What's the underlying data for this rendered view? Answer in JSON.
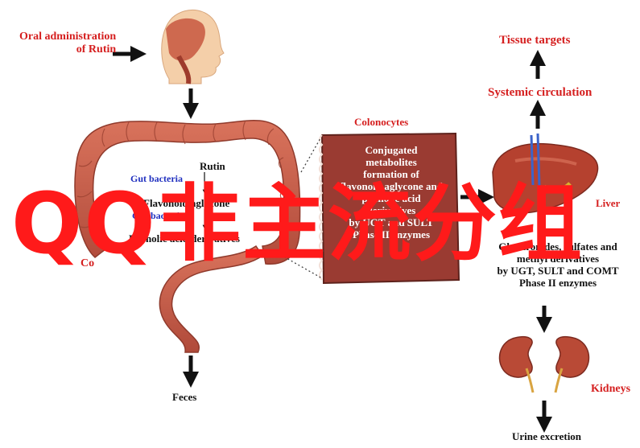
{
  "labels": {
    "oral": "Oral administration\nof Rutin",
    "tissue": "Tissue targets",
    "systemic": "Systemic circulation",
    "colonocytes": "Colonocytes",
    "conjugated": "Conjugated\nmetabolites\nformation of\nflavonoid aglycone and\nphenolic acid\nderivatives\nby UGT and SULT\nPhase II enzymes",
    "rutin": "Rutin",
    "gut1": "Gut bacteria",
    "flav": "Flavonoid aglycone",
    "gut2": "Gut bacteria",
    "phenolic": "Phenolic acid derivatives",
    "colon_partial": "Co",
    "liver": "Liver",
    "gluc": "Glucuronides, sulfates and\nmethyl derivatives\nby UGT, SULT and COMT\nPhase II enzymes",
    "kidneys": "Kidneys",
    "feces": "Feces",
    "urine": "Urine excretion"
  },
  "watermark": "QQ非主流分组",
  "colors": {
    "label_red": "#d51f1f",
    "label_blue": "#1f2fbf",
    "arrow": "#111111",
    "intestine": "#c9604e",
    "colonocyte_box": "#9a3b32",
    "liver": "#b5412f",
    "watermark": "#ff1a1a"
  },
  "icons": [
    "head-profile-icon",
    "intestine-icon",
    "liver-icon",
    "kidney-icon"
  ]
}
